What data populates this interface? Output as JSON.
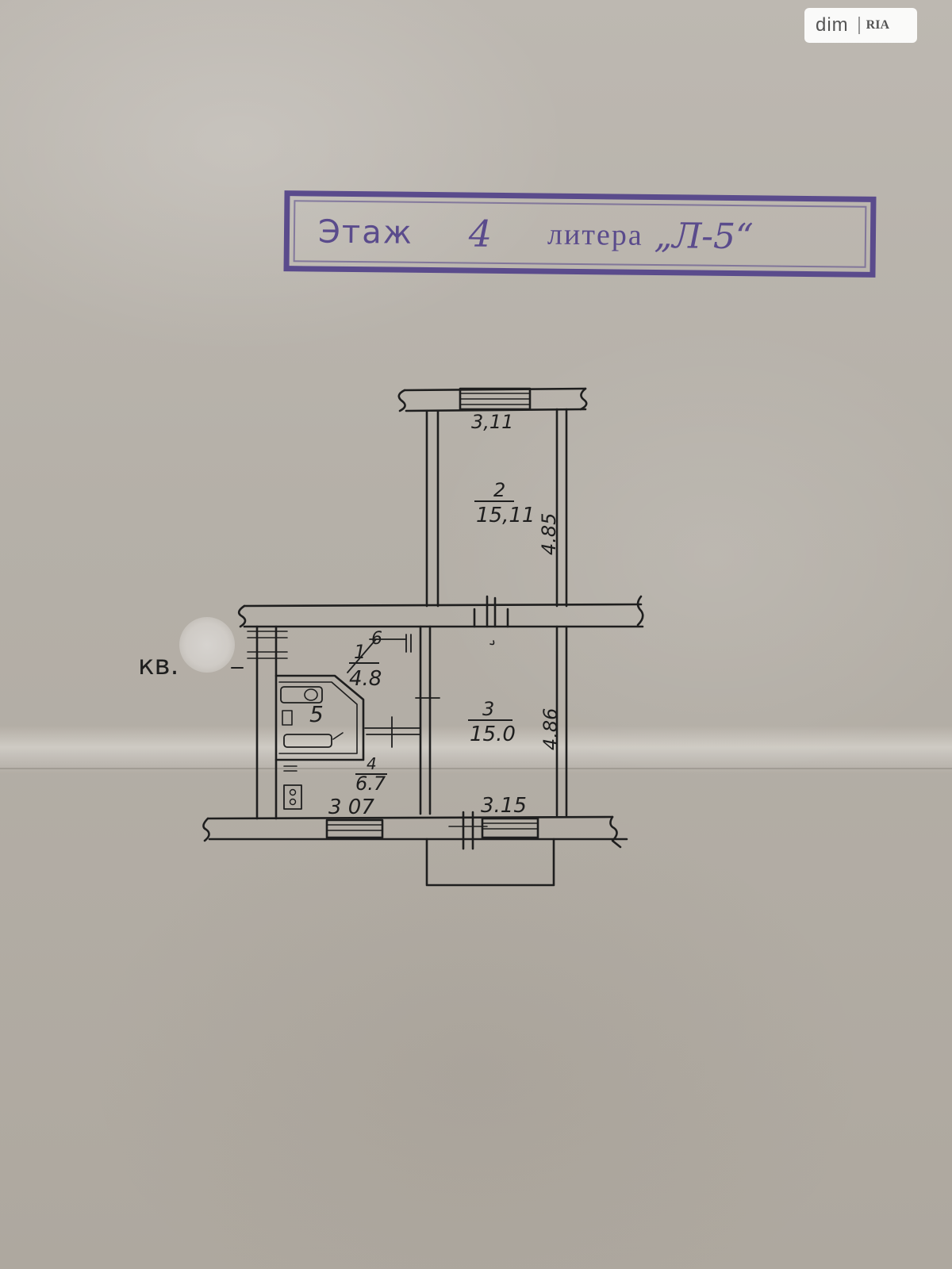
{
  "watermark": {
    "brand": "dim",
    "sub_brand": "RIA"
  },
  "stamp": {
    "label": "Этаж",
    "floor": "4",
    "litera_label": "литера",
    "litera_value": "„Л-5“"
  },
  "plan": {
    "apartment_label": "кв.",
    "rooms": [
      {
        "number": "1",
        "area": "4.8"
      },
      {
        "number": "2",
        "area": "15,11"
      },
      {
        "number": "3",
        "area": "15.0"
      },
      {
        "number": "4",
        "area": "6.7"
      },
      {
        "number": "5",
        "area": ""
      },
      {
        "number": "6",
        "area": ""
      }
    ],
    "dimensions": {
      "room2_width": "3,11",
      "room2_length": "4.85",
      "room3_length": "4.86",
      "room3_width": "3.15",
      "kitchen_width": "3 07"
    }
  },
  "colors": {
    "paper": "#b7b1a9",
    "stamp_ink": "#5a4b8c",
    "pencil": "#1e1e1e"
  }
}
